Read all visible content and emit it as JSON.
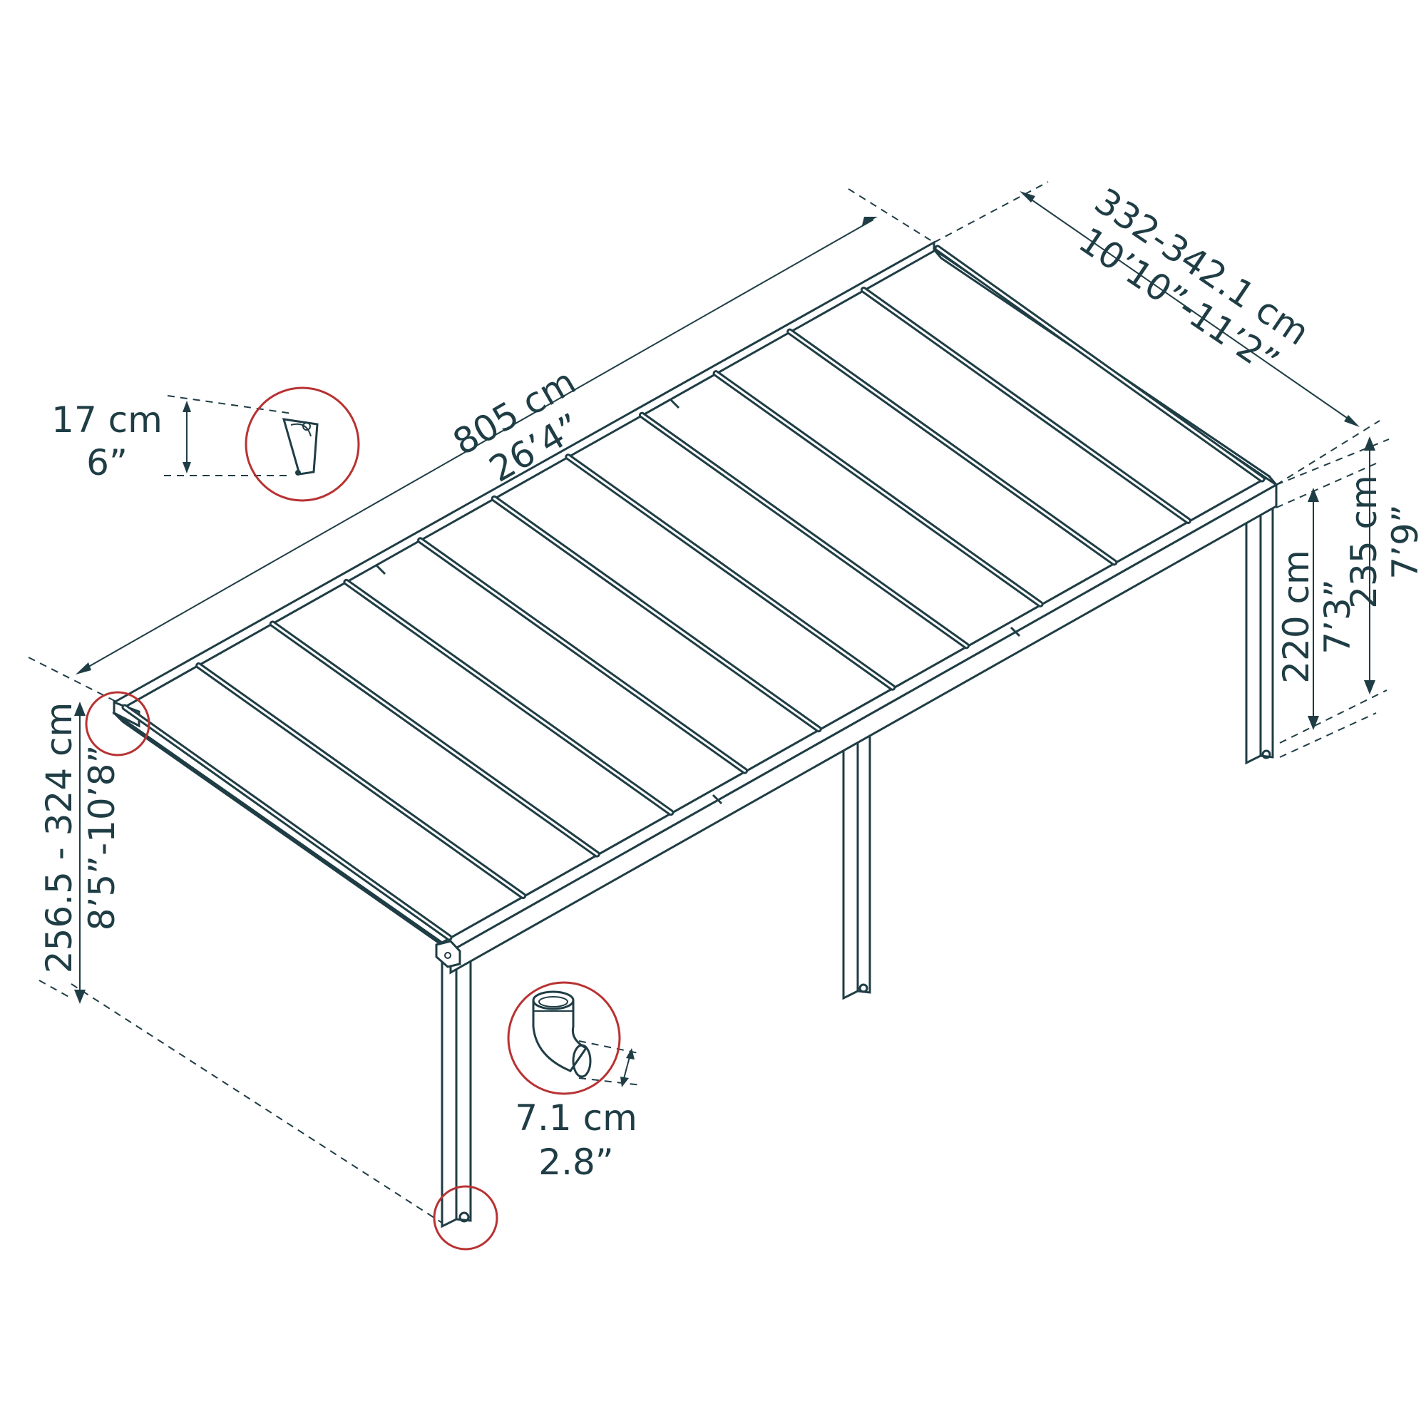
{
  "dimensions": {
    "length": {
      "metric": "805 cm",
      "imperial": "26’4”"
    },
    "width": {
      "metric": "332-342.1 cm",
      "imperial": "10’10”-11’2”"
    },
    "front_height": {
      "metric": "256.5 - 324 cm",
      "imperial": "8’5”-10’8”"
    },
    "back_height_inner": {
      "metric": "220 cm",
      "imperial": "7’3”"
    },
    "back_height_outer": {
      "metric": "235 cm",
      "imperial": "7’9”"
    },
    "bracket": {
      "metric": "17 cm",
      "imperial": "6”"
    },
    "drain_pipe": {
      "metric": "7.1 cm",
      "imperial": "2.8”"
    }
  },
  "colors": {
    "line": "#1f3d45",
    "callout": "#b83232"
  },
  "roof_panel_count": 11
}
